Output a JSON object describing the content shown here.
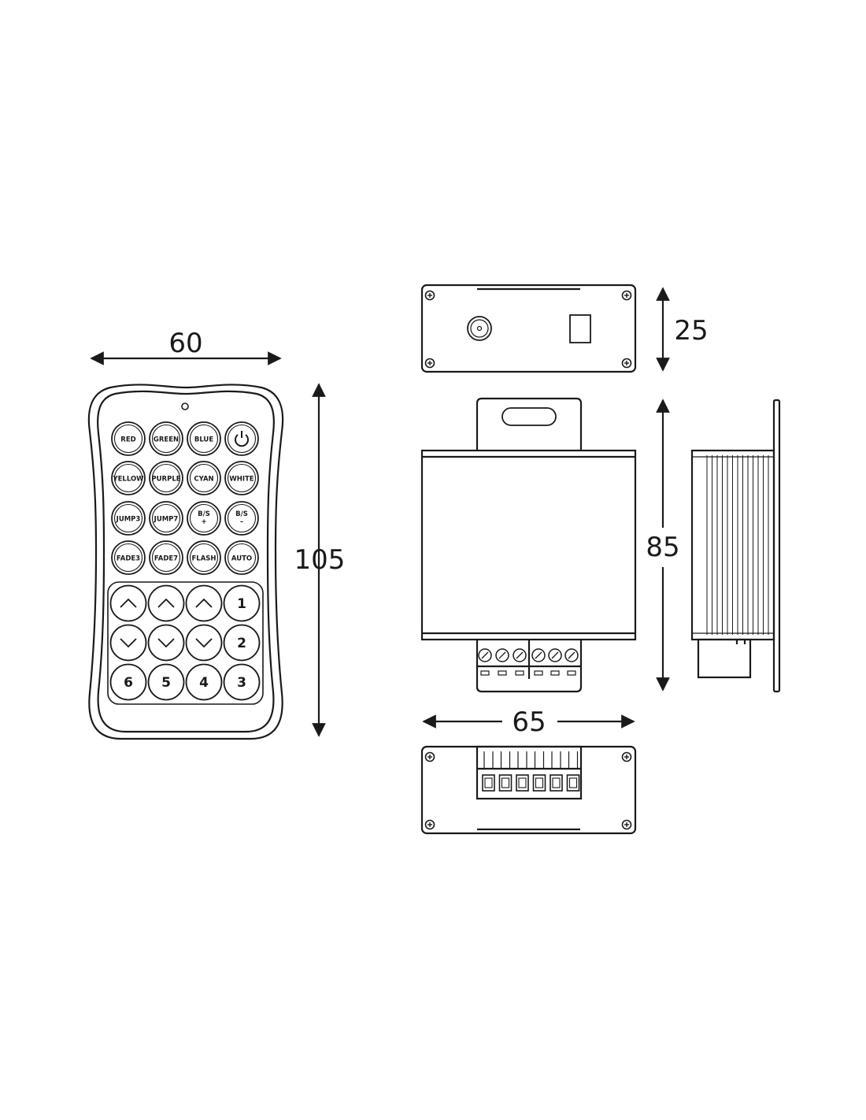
{
  "dimensions": {
    "remote_width": "60",
    "remote_height": "105",
    "controller_depth": "25",
    "controller_height": "85",
    "controller_width": "65"
  },
  "remote": {
    "buttons": [
      {
        "label": "RED",
        "name": "red-button"
      },
      {
        "label": "GREEN",
        "name": "green-button"
      },
      {
        "label": "BLUE",
        "name": "blue-button"
      },
      {
        "label": "",
        "name": "power-button",
        "icon": "power-icon"
      },
      {
        "label": "YELLOW",
        "name": "yellow-button"
      },
      {
        "label": "PURPLE",
        "name": "purple-button"
      },
      {
        "label": "CYAN",
        "name": "cyan-button"
      },
      {
        "label": "WHITE",
        "name": "white-button"
      },
      {
        "label": "JUMP3",
        "name": "jump3-button"
      },
      {
        "label": "JUMP7",
        "name": "jump7-button"
      },
      {
        "label": "B/S\n+",
        "name": "brightness-speed-up-button"
      },
      {
        "label": "B/S\n–",
        "name": "brightness-speed-down-button"
      },
      {
        "label": "FADE3",
        "name": "fade3-button"
      },
      {
        "label": "FADE7",
        "name": "fade7-button"
      },
      {
        "label": "FLASH",
        "name": "flash-button"
      },
      {
        "label": "AUTO",
        "name": "auto-button"
      }
    ],
    "lower_buttons": [
      {
        "label": "",
        "name": "up-1-button",
        "icon": "chevron-up-icon"
      },
      {
        "label": "",
        "name": "up-2-button",
        "icon": "chevron-up-icon"
      },
      {
        "label": "",
        "name": "up-3-button",
        "icon": "chevron-up-icon"
      },
      {
        "label": "1",
        "name": "num-1-button"
      },
      {
        "label": "",
        "name": "down-1-button",
        "icon": "chevron-down-icon"
      },
      {
        "label": "",
        "name": "down-2-button",
        "icon": "chevron-down-icon"
      },
      {
        "label": "",
        "name": "down-3-button",
        "icon": "chevron-down-icon"
      },
      {
        "label": "2",
        "name": "num-2-button"
      },
      {
        "label": "6",
        "name": "num-6-button"
      },
      {
        "label": "5",
        "name": "num-5-button"
      },
      {
        "label": "4",
        "name": "num-4-button"
      },
      {
        "label": "3",
        "name": "num-3-button"
      }
    ]
  }
}
